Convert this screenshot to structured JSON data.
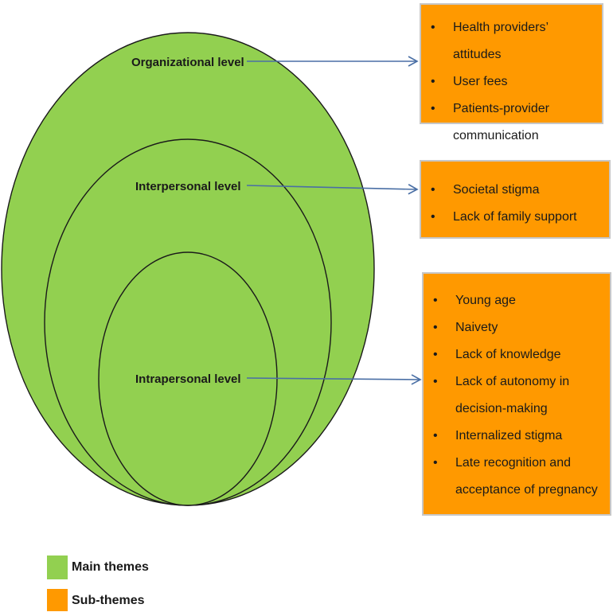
{
  "levels": {
    "organizational": "Organizational level",
    "interpersonal": "Interpersonal level",
    "intrapersonal": "Intrapersonal level"
  },
  "subthemes": {
    "organizational": [
      [
        "Health providers’ attitudes"
      ],
      [
        "User fees"
      ],
      [
        "Patients-provider",
        "communication"
      ]
    ],
    "interpersonal": [
      [
        "Societal stigma"
      ],
      [
        "Lack of family support"
      ]
    ],
    "intrapersonal": [
      [
        "Young age"
      ],
      [
        "Naivety"
      ],
      [
        "Lack of knowledge"
      ],
      [
        "Lack of autonomy in",
        "decision-making"
      ],
      [
        "Internalized stigma"
      ],
      [
        "Late recognition and",
        "acceptance of pregnancy"
      ]
    ]
  },
  "legend": {
    "main": "Main themes",
    "sub": "Sub-themes"
  },
  "colors": {
    "main_themes": "#92d050",
    "sub_themes": "#ff9900",
    "arrow": "#4a6fa5",
    "outline": "#1a1a1a"
  }
}
